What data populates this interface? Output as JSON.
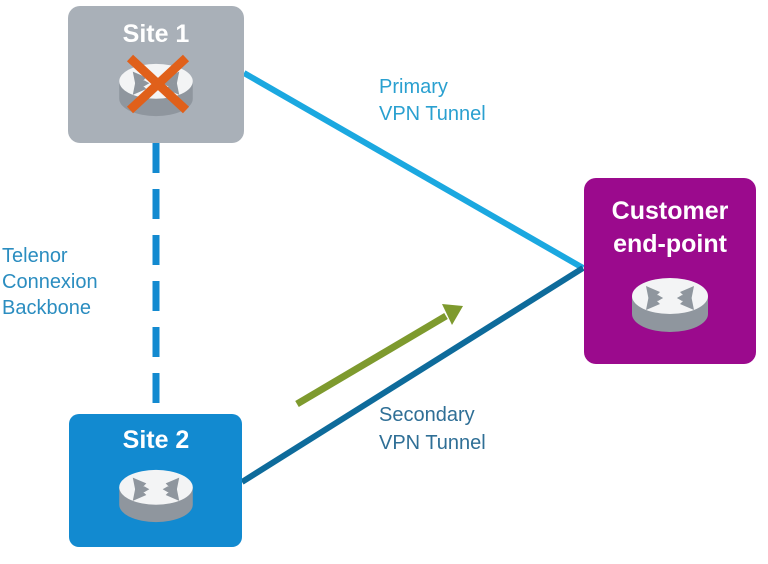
{
  "nodes": {
    "site1": {
      "title": "Site 1",
      "status": "failed",
      "color": "#a9b0b8"
    },
    "site2": {
      "title": "Site 2",
      "status": "active",
      "color": "#128ad0"
    },
    "customer": {
      "title_line1": "Customer",
      "title_line2": "end-point",
      "color": "#9b0a8d"
    }
  },
  "links": {
    "backbone": {
      "label_lines": [
        "Telenor",
        "Connexion",
        "Backbone"
      ],
      "style": "dashed",
      "color": "#138ad0"
    },
    "primary": {
      "label_lines": [
        "Primary",
        "VPN Tunnel"
      ],
      "color": "#1ba8e0"
    },
    "secondary": {
      "label_lines": [
        "Secondary",
        "VPN Tunnel"
      ],
      "color": "#0e6b9b"
    }
  },
  "failover_arrow": {
    "color": "#7e9a2e",
    "meaning": "traffic-rerouted-via-secondary"
  },
  "failure_mark": {
    "color": "#e0601a"
  },
  "colors": {
    "backbone_text": "#2b8dc0",
    "primary_text": "#2aa0d0",
    "secondary_text": "#2f6f96"
  }
}
